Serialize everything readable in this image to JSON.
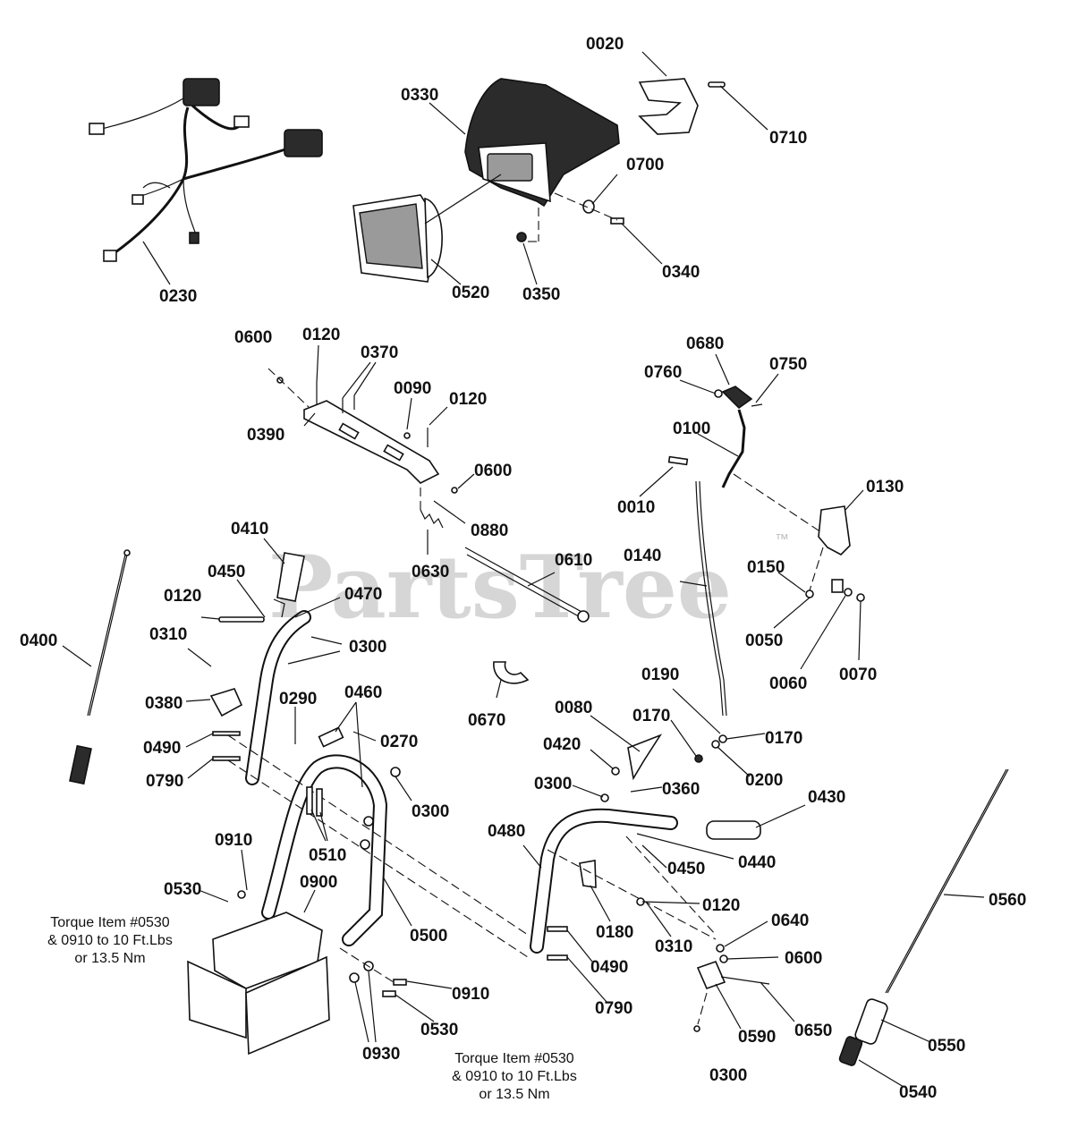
{
  "watermark": {
    "text": "PartsTree",
    "trademark": "™"
  },
  "torque_notes": [
    {
      "line1": "Torque Item #0530",
      "line2": "& 0910 to 10 Ft.Lbs",
      "line3": "or 13.5 Nm"
    },
    {
      "line1": "Torque Item #0530",
      "line2": "& 0910 to 10 Ft.Lbs",
      "line3": "or 13.5 Nm"
    }
  ],
  "callouts": [
    "0020",
    "0710",
    "0330",
    "0700",
    "0340",
    "0350",
    "0520",
    "0230",
    "0600",
    "0120",
    "0370",
    "0090",
    "0120",
    "0390",
    "0600",
    "0880",
    "0630",
    "0610",
    "0680",
    "0760",
    "0750",
    "0100",
    "0010",
    "0130",
    "0140",
    "0150",
    "0050",
    "0060",
    "0070",
    "0410",
    "0450",
    "0470",
    "0120",
    "0300",
    "0310",
    "0380",
    "0400",
    "0290",
    "0460",
    "0270",
    "0490",
    "0790",
    "0300",
    "0510",
    "0910",
    "0530",
    "0900",
    "0500",
    "0910",
    "0530",
    "0930",
    "0670",
    "0190",
    "0170",
    "0170",
    "0200",
    "0080",
    "0420",
    "0300",
    "0360",
    "0430",
    "0480",
    "0450",
    "0440",
    "0120",
    "0180",
    "0310",
    "0490",
    "0790",
    "0640",
    "0600",
    "0650",
    "0590",
    "0300",
    "0560",
    "0550",
    "0540"
  ]
}
